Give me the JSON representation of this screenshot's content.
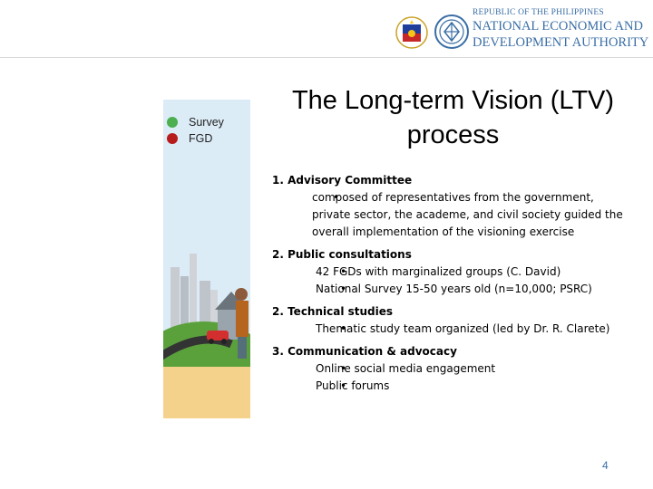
{
  "header": {
    "republic_label": "Republic of the Philippines",
    "agency_line1": "National Economic and",
    "agency_line2": "Development Authority"
  },
  "slide": {
    "title": "The Long-term Vision (LTV) process",
    "page_number": "4"
  },
  "legend": [
    {
      "label": "Survey",
      "color": "#4caf50"
    },
    {
      "label": "FGD",
      "color": "#b71c1c"
    }
  ],
  "sections": [
    {
      "heading": "1. Advisory Committee",
      "bullets": [
        "composed of representatives from the government, private sector, the academe, and civil society guided the overall implementation of the visioning exercise"
      ]
    },
    {
      "heading": "2. Public consultations",
      "bullets": [
        "42 FGDs with marginalized groups (C. David)",
        "National Survey 15-50 years old (n=10,000; PSRC)"
      ]
    },
    {
      "heading": "2. Technical studies",
      "bullets": [
        "Thematic study team organized (led by Dr. R. Clarete)"
      ]
    },
    {
      "heading": "3. Communication & advocacy",
      "bullets": [
        "Online social media engagement",
        "Public forums"
      ]
    }
  ],
  "colors": {
    "accent_blue": "#3a6ea5",
    "sky": "#dcecf7",
    "hill": "#5aa13c",
    "sand": "#f4d28c"
  }
}
